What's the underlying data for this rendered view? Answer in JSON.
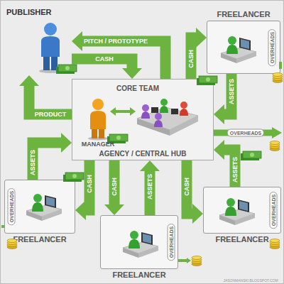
{
  "diagram": {
    "nodes": [
      {
        "text": [
          "PUBLISHER"
        ]
      },
      {
        "text": [
          "CORE TEAM",
          "AGENCY / CENTRAL HUB"
        ]
      },
      {
        "text": [
          "FREELANCER"
        ]
      },
      {
        "text": [
          "FREELANCER"
        ]
      },
      {
        "text": [
          "FREELANCER"
        ]
      },
      {
        "text": [
          "FREELANCER"
        ]
      }
    ],
    "edges": [
      {
        "from": 1,
        "to": 0,
        "label": "PITCH / PROTOTYPE",
        "arrow": "to"
      },
      {
        "from": 0,
        "to": 1,
        "label": "CASH",
        "arrow": "to"
      },
      {
        "from": 1,
        "to": 0,
        "label": "PRODUCT",
        "arrow": "to"
      },
      {
        "from": 1,
        "to": 2,
        "label": "CASH",
        "arrow": "to"
      },
      {
        "from": 2,
        "to": 1,
        "label": "ASSETS",
        "arrow": "to"
      },
      {
        "from": 3,
        "to": 1,
        "label": "ASSETS",
        "arrow": "to"
      },
      {
        "from": 1,
        "to": 3,
        "label": "CASH",
        "arrow": "to"
      },
      {
        "from": 1,
        "to": 4,
        "label": "CASH",
        "arrow": "to"
      },
      {
        "from": 4,
        "to": 1,
        "label": "ASSETS",
        "arrow": "to"
      },
      {
        "from": 1,
        "to": 5,
        "label": "CASH",
        "arrow": "to"
      },
      {
        "from": 5,
        "to": 1,
        "label": "ASSETS",
        "arrow": "to"
      }
    ],
    "labels": [
      "MANAGER",
      "OVERHEADS",
      "OVERHEADS",
      "OVERHEADS",
      "OVERHEADS",
      "OVERHEADS",
      "JASONMANSKI.BLOGSPOT.COM"
    ]
  }
}
